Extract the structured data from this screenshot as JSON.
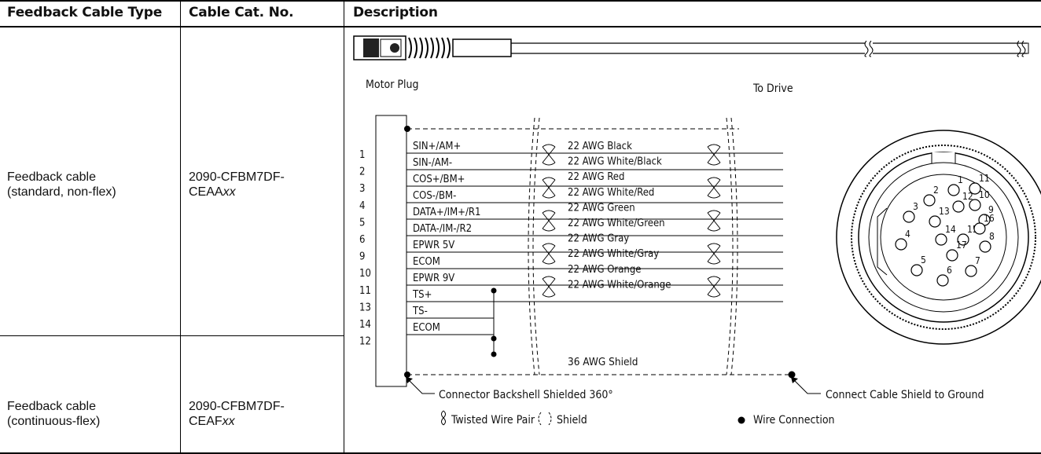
{
  "table": {
    "headers": [
      "Feedback Cable Type",
      "Cable Cat. No.",
      "Description"
    ],
    "rows": [
      {
        "type_line1": "Feedback cable",
        "type_line2": "(standard, non-flex)",
        "cat_line1": "2090-CFBM7DF-",
        "cat_prefix": "CEAA",
        "cat_suffix": "xx"
      },
      {
        "type_line1": "Feedback cable",
        "type_line2": "(continuous-flex)",
        "cat_line1": "2090-CFBM7DF-",
        "cat_prefix": "CEAF",
        "cat_suffix": "xx"
      }
    ]
  },
  "diagram": {
    "motor_plug_label": "Motor Plug",
    "to_drive_label": "To Drive",
    "pins": [
      "1",
      "2",
      "3",
      "4",
      "5",
      "6",
      "9",
      "10",
      "11",
      "13",
      "14",
      "12"
    ],
    "signals": [
      "SIN+/AM+",
      "SIN-/AM-",
      "COS+/BM+",
      "COS-/BM-",
      "DATA+/IM+/R1",
      "DATA-/IM-/R2",
      "EPWR 5V",
      "ECOM",
      "EPWR 9V",
      "TS+",
      "TS-",
      "ECOM"
    ],
    "wires": [
      "22 AWG Black",
      "22 AWG White/Black",
      "22 AWG Red",
      "22 AWG White/Red",
      "22 AWG Green",
      "22 AWG White/Green",
      "22 AWG Gray",
      "22 AWG White/Gray",
      "22 AWG Orange",
      "22 AWG White/Orange"
    ],
    "shield_label": "36 AWG Shield",
    "backshell_label": "Connector Backshell Shielded 360°",
    "ground_label": "Connect Cable Shield to Ground",
    "connector_pin_numbers": [
      "1",
      "2",
      "3",
      "4",
      "5",
      "6",
      "7",
      "8",
      "9",
      "10",
      "11",
      "12",
      "13",
      "14",
      "15",
      "16",
      "17"
    ],
    "legend": {
      "twisted": "Twisted Wire Pair",
      "shield": "Shield",
      "connection": "Wire Connection"
    }
  }
}
